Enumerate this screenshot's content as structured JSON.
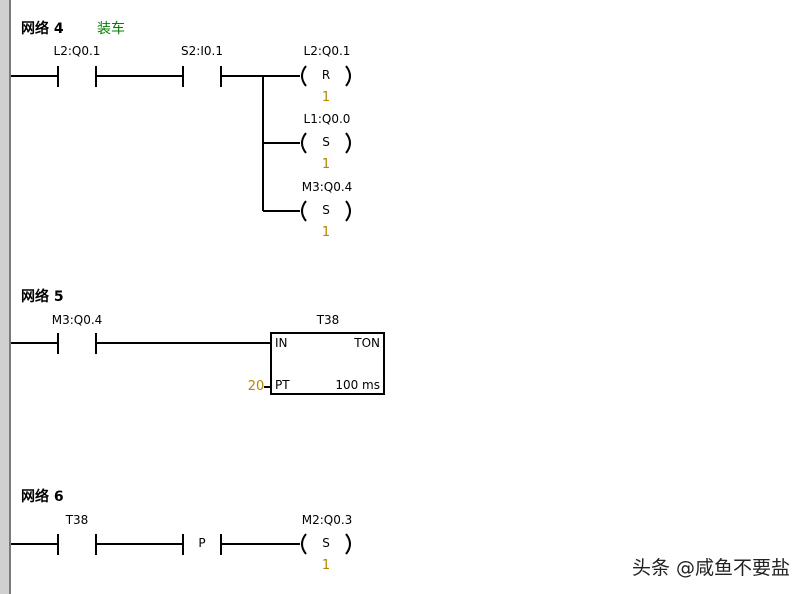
{
  "networks": [
    {
      "title": "网络 4",
      "comment": "装车",
      "contacts": [
        {
          "label": "L2:Q0.1"
        },
        {
          "label": "S2:I0.1"
        }
      ],
      "coils": [
        {
          "label": "L2:Q0.1",
          "op": "R",
          "value": "1"
        },
        {
          "label": "L1:Q0.0",
          "op": "S",
          "value": "1"
        },
        {
          "label": "M3:Q0.4",
          "op": "S",
          "value": "1"
        }
      ]
    },
    {
      "title": "网络 5",
      "contacts": [
        {
          "label": "M3:Q0.4"
        }
      ],
      "timer": {
        "name": "T38",
        "type": "TON",
        "in_pin": "IN",
        "pt_pin": "PT",
        "pt_value": "20",
        "resolution": "100 ms"
      }
    },
    {
      "title": "网络 6",
      "contacts": [
        {
          "label": "T38"
        },
        {
          "label": "P"
        }
      ],
      "coils": [
        {
          "label": "M2:Q0.3",
          "op": "S",
          "value": "1"
        }
      ]
    }
  ],
  "watermark": "头条 @咸鱼不要盐"
}
